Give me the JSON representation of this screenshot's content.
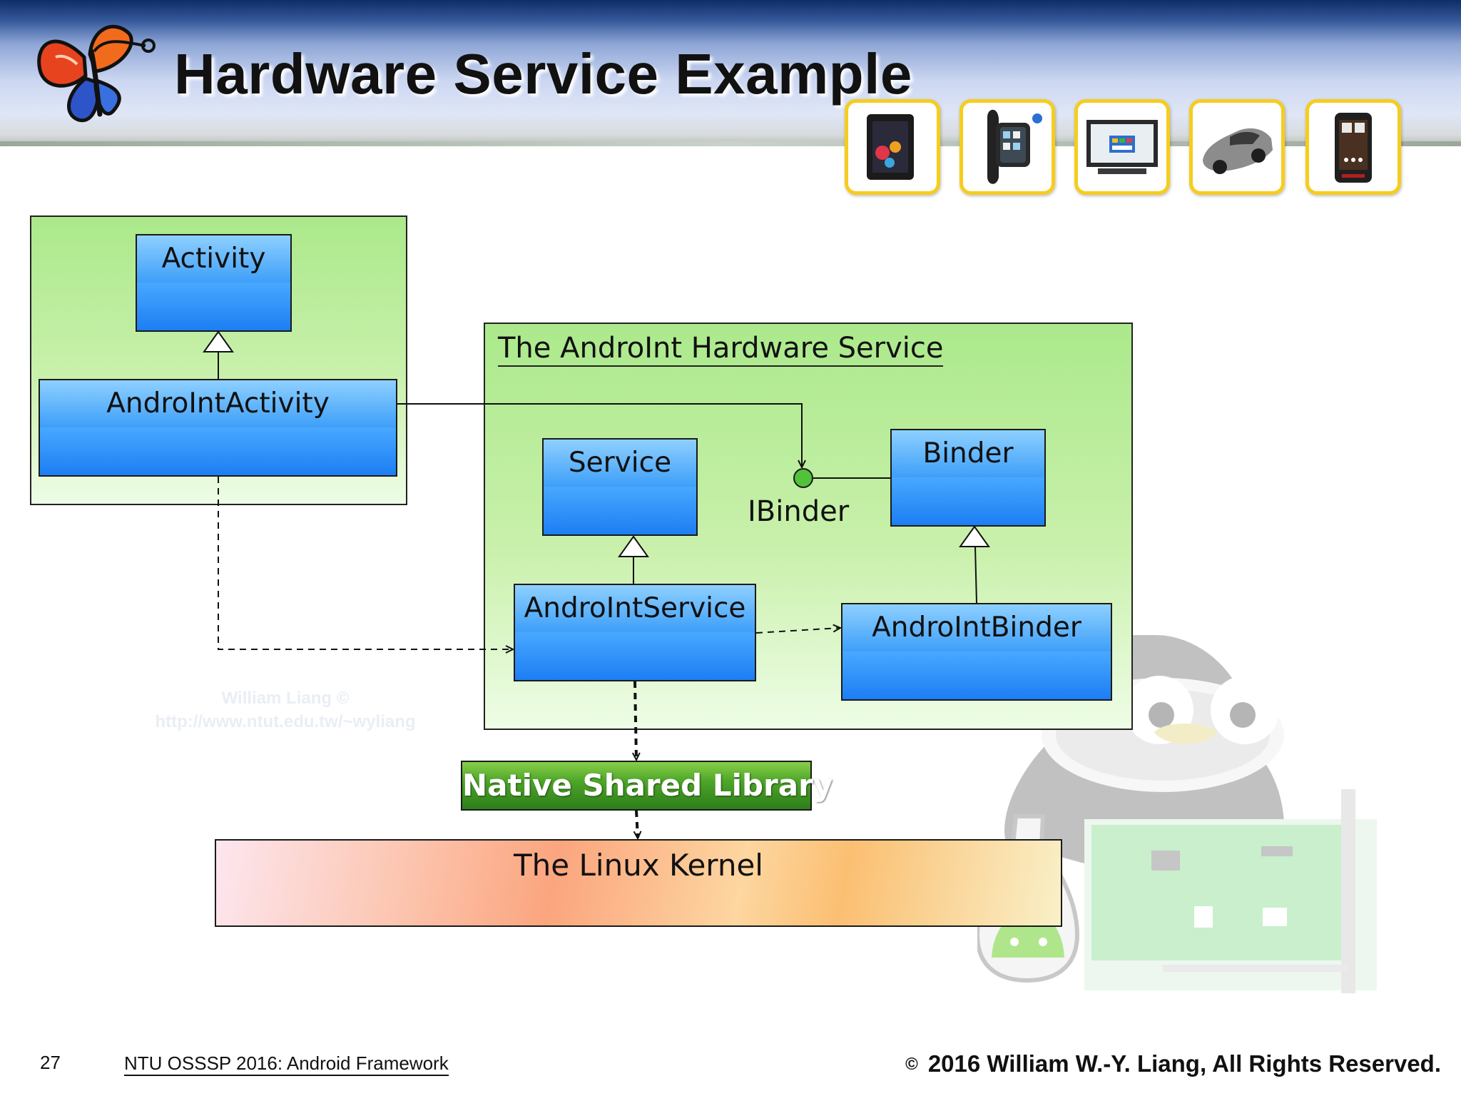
{
  "header": {
    "title": "Hardware Service Example"
  },
  "devices": [
    {
      "icon": "tablet-icon"
    },
    {
      "icon": "smartwatch-icon"
    },
    {
      "icon": "tv-icon"
    },
    {
      "icon": "car-icon"
    },
    {
      "icon": "phone-icon"
    }
  ],
  "diagram": {
    "classes": {
      "activity": "Activity",
      "androint_activity": "AndroIntActivity",
      "service": "Service",
      "androint_service": "AndroIntService",
      "binder": "Binder",
      "androint_binder": "AndroIntBinder"
    },
    "package_label": "The AndroInt Hardware Service",
    "interface_label": "IBinder",
    "native_library": "Native Shared Library",
    "kernel": "The Linux Kernel"
  },
  "watermark": {
    "line1": "William Liang ©",
    "line2": "http://www.ntut.edu.tw/~wyliang"
  },
  "footer": {
    "page_number": "27",
    "course": "NTU OSSSP 2016: Android Framework",
    "copyright_symbol": "©",
    "copyright": "2016  William W.-Y. Liang, All Rights Reserved."
  }
}
